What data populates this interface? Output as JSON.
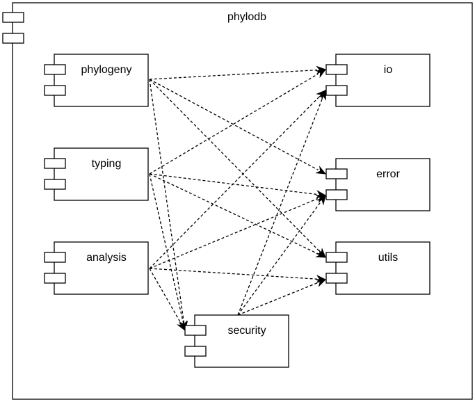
{
  "diagram": {
    "package": {
      "label": "phylodb"
    },
    "components": [
      {
        "id": "phylogeny",
        "label": "phylogeny"
      },
      {
        "id": "typing",
        "label": "typing"
      },
      {
        "id": "analysis",
        "label": "analysis"
      },
      {
        "id": "security",
        "label": "security"
      },
      {
        "id": "io",
        "label": "io"
      },
      {
        "id": "error",
        "label": "error"
      },
      {
        "id": "utils",
        "label": "utils"
      }
    ],
    "dependencies": [
      {
        "from": "phylogeny",
        "to": "io"
      },
      {
        "from": "phylogeny",
        "to": "error"
      },
      {
        "from": "phylogeny",
        "to": "utils"
      },
      {
        "from": "phylogeny",
        "to": "security"
      },
      {
        "from": "typing",
        "to": "io"
      },
      {
        "from": "typing",
        "to": "error"
      },
      {
        "from": "typing",
        "to": "utils"
      },
      {
        "from": "typing",
        "to": "security"
      },
      {
        "from": "analysis",
        "to": "io"
      },
      {
        "from": "analysis",
        "to": "error"
      },
      {
        "from": "analysis",
        "to": "utils"
      },
      {
        "from": "analysis",
        "to": "security"
      },
      {
        "from": "security",
        "to": "io"
      },
      {
        "from": "security",
        "to": "error"
      },
      {
        "from": "security",
        "to": "utils"
      }
    ]
  }
}
